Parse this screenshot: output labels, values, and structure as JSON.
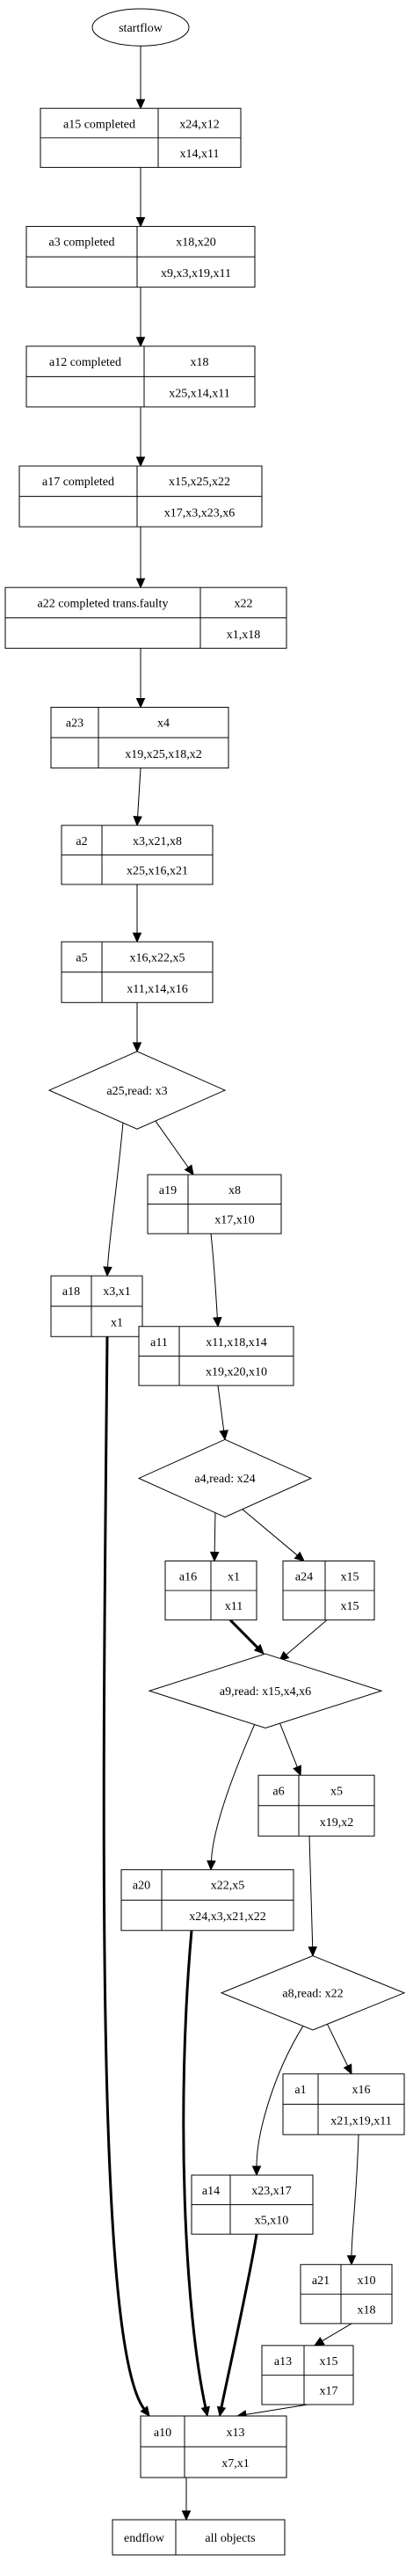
{
  "start_label": "startflow",
  "nodes": {
    "a15": {
      "name": "a15 completed",
      "top": "x24,x12",
      "bottom": "x14,x11"
    },
    "a3": {
      "name": "a3 completed",
      "top": "x18,x20",
      "bottom": "x9,x3,x19,x11"
    },
    "a12": {
      "name": "a12 completed",
      "top": "x18",
      "bottom": "x25,x14,x11"
    },
    "a17": {
      "name": "a17 completed",
      "top": "x15,x25,x22",
      "bottom": "x17,x3,x23,x6"
    },
    "a22": {
      "name": "a22 completed trans.faulty",
      "top": "x22",
      "bottom": "x1,x18"
    },
    "a23": {
      "name": "a23",
      "top": "x4",
      "bottom": "x19,x25,x18,x2"
    },
    "a2": {
      "name": "a2",
      "top": "x3,x21,x8",
      "bottom": "x25,x16,x21"
    },
    "a5": {
      "name": "a5",
      "top": "x16,x22,x5",
      "bottom": "x11,x14,x16"
    },
    "a19": {
      "name": "a19",
      "top": "x8",
      "bottom": "x17,x10"
    },
    "a18": {
      "name": "a18",
      "top": "x3,x1",
      "bottom": "x1"
    },
    "a11": {
      "name": "a11",
      "top": "x11,x18,x14",
      "bottom": "x19,x20,x10"
    },
    "a16": {
      "name": "a16",
      "top": "x1",
      "bottom": "x11"
    },
    "a24": {
      "name": "a24",
      "top": "x15",
      "bottom": "x15"
    },
    "a6": {
      "name": "a6",
      "top": "x5",
      "bottom": "x19,x2"
    },
    "a20": {
      "name": "a20",
      "top": "x22,x5",
      "bottom": "x24,x3,x21,x22"
    },
    "a1": {
      "name": "a1",
      "top": "x16",
      "bottom": "x21,x19,x11"
    },
    "a14": {
      "name": "a14",
      "top": "x23,x17",
      "bottom": "x5,x10"
    },
    "a21": {
      "name": "a21",
      "top": "x10",
      "bottom": "x18"
    },
    "a13": {
      "name": "a13",
      "top": "x15",
      "bottom": "x17"
    },
    "a10": {
      "name": "a10",
      "top": "x13",
      "bottom": "x7,x1"
    }
  },
  "decisions": {
    "a25": "a25,read: x3",
    "a4": "a4,read: x24",
    "a9": "a9,read: x15,x4,x6",
    "a8": "a8,read: x22"
  },
  "end": {
    "name": "endflow",
    "label": "all objects"
  },
  "edges": [
    {
      "from": "start",
      "to": "a15",
      "bold": false
    },
    {
      "from": "a15",
      "to": "a3",
      "bold": false
    },
    {
      "from": "a3",
      "to": "a12",
      "bold": false
    },
    {
      "from": "a12",
      "to": "a17",
      "bold": false
    },
    {
      "from": "a17",
      "to": "a22",
      "bold": false
    },
    {
      "from": "a22",
      "to": "a23",
      "bold": false
    },
    {
      "from": "a23",
      "to": "a2",
      "bold": false
    },
    {
      "from": "a2",
      "to": "a5",
      "bold": false
    },
    {
      "from": "a5",
      "to": "a25",
      "bold": false
    },
    {
      "from": "a25",
      "to": "a19",
      "bold": false
    },
    {
      "from": "a25",
      "to": "a18",
      "bold": false
    },
    {
      "from": "a19",
      "to": "a11",
      "bold": false
    },
    {
      "from": "a11",
      "to": "a4",
      "bold": false
    },
    {
      "from": "a4",
      "to": "a16",
      "bold": false
    },
    {
      "from": "a4",
      "to": "a24",
      "bold": false
    },
    {
      "from": "a16",
      "to": "a9",
      "bold": true
    },
    {
      "from": "a24",
      "to": "a9",
      "bold": false
    },
    {
      "from": "a9",
      "to": "a6",
      "bold": false
    },
    {
      "from": "a9",
      "to": "a20",
      "bold": false
    },
    {
      "from": "a6",
      "to": "a8",
      "bold": false
    },
    {
      "from": "a8",
      "to": "a1",
      "bold": false
    },
    {
      "from": "a8",
      "to": "a14",
      "bold": false
    },
    {
      "from": "a1",
      "to": "a21",
      "bold": false
    },
    {
      "from": "a21",
      "to": "a13",
      "bold": false
    },
    {
      "from": "a18",
      "to": "a10",
      "bold": true
    },
    {
      "from": "a20",
      "to": "a10",
      "bold": true
    },
    {
      "from": "a14",
      "to": "a10",
      "bold": true
    },
    {
      "from": "a13",
      "to": "a10",
      "bold": false
    },
    {
      "from": "a10",
      "to": "end",
      "bold": false
    }
  ]
}
